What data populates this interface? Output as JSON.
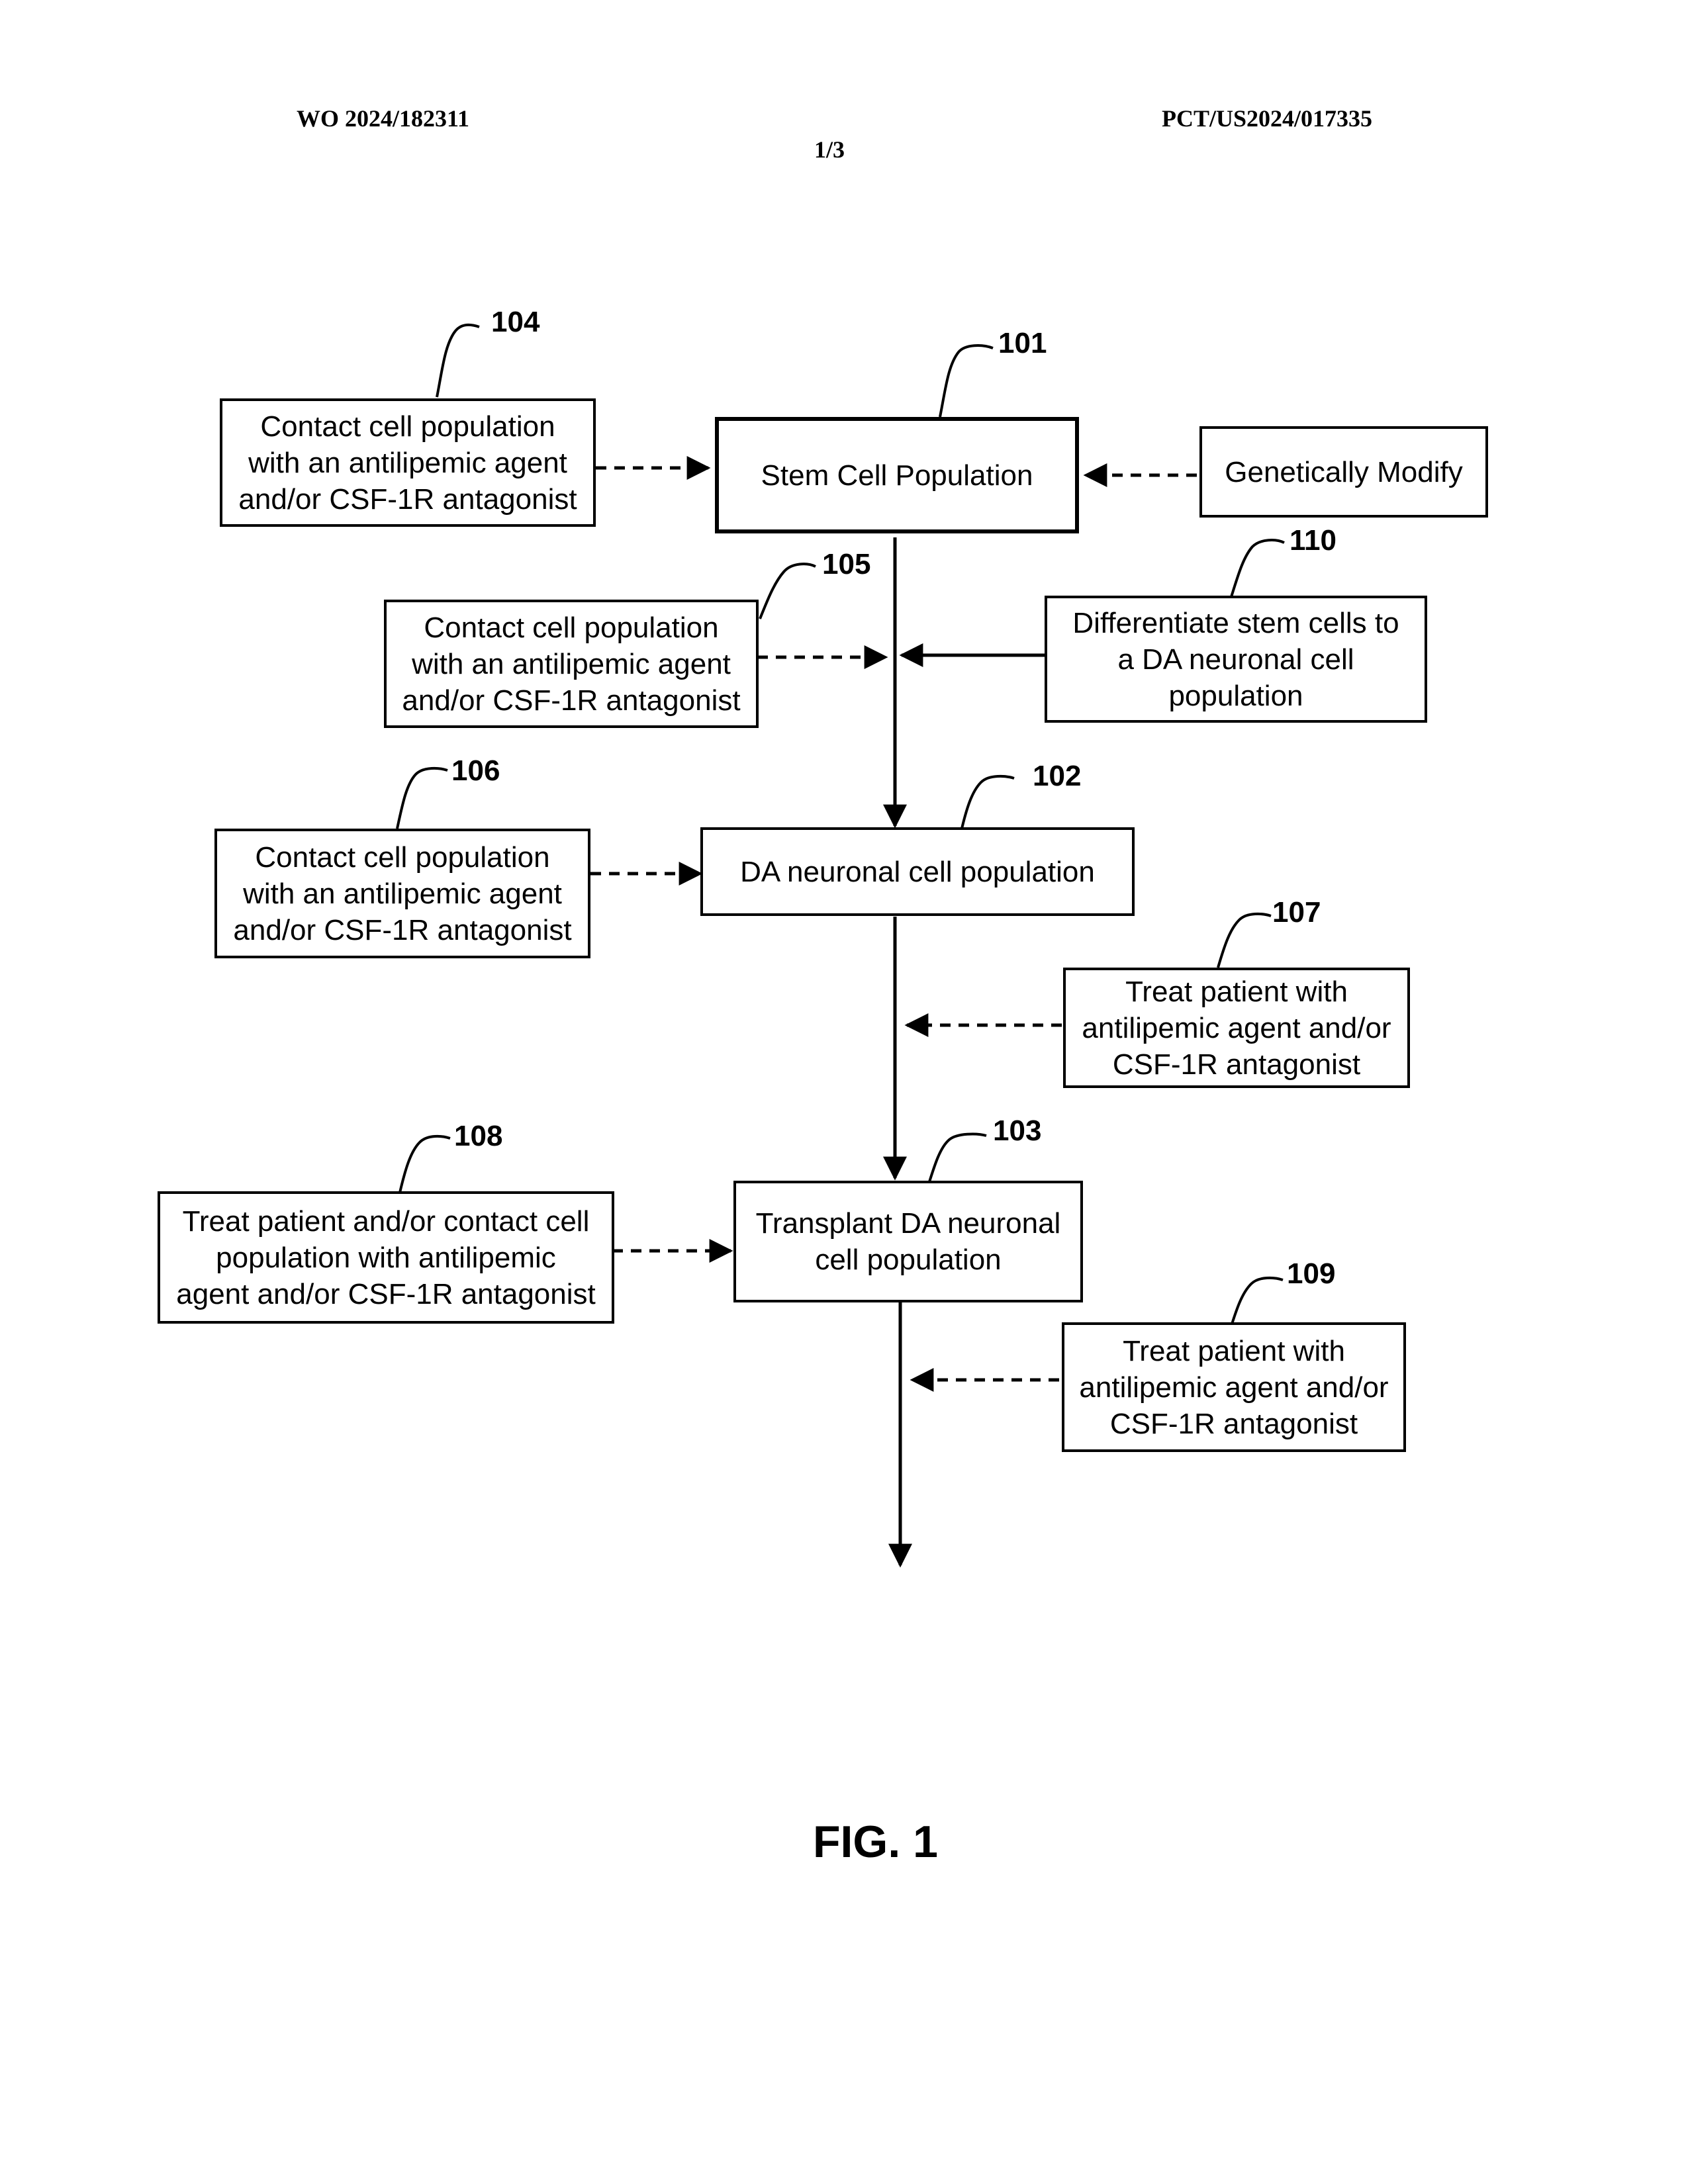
{
  "header": {
    "publication_number": "WO 2024/182311",
    "application_number": "PCT/US2024/017335",
    "sheet": "1/3"
  },
  "boxes": {
    "stem_cell_population": {
      "ref": "101",
      "lines": [
        "Stem Cell Population"
      ]
    },
    "da_neuronal_cell_population": {
      "ref": "102",
      "lines": [
        "DA neuronal cell population"
      ]
    },
    "transplant_da_neuronal": {
      "ref": "103",
      "lines": [
        "Transplant DA neuronal",
        "cell population"
      ]
    },
    "contact_104": {
      "ref": "104",
      "lines": [
        "Contact cell population",
        "with an antilipemic agent",
        "and/or CSF-1R antagonist"
      ]
    },
    "contact_105": {
      "ref": "105",
      "lines": [
        "Contact cell population",
        "with an antilipemic agent",
        "and/or CSF-1R antagonist"
      ]
    },
    "contact_106": {
      "ref": "106",
      "lines": [
        "Contact cell population",
        "with an antilipemic agent",
        "and/or CSF-1R antagonist"
      ]
    },
    "treat_107": {
      "ref": "107",
      "lines": [
        "Treat patient with",
        "antilipemic agent and/or",
        "CSF-1R antagonist"
      ]
    },
    "treat_108": {
      "ref": "108",
      "lines": [
        "Treat patient and/or contact cell",
        "population with antilipemic",
        "agent and/or CSF-1R antagonist"
      ]
    },
    "treat_109": {
      "ref": "109",
      "lines": [
        "Treat patient with",
        "antilipemic agent and/or",
        "CSF-1R antagonist"
      ]
    },
    "differentiate_110": {
      "ref": "110",
      "lines": [
        "Differentiate stem cells to",
        "a DA neuronal cell",
        "population"
      ]
    },
    "genetically_modify": {
      "lines": [
        "Genetically Modify"
      ]
    }
  },
  "figure_label": "FIG. 1"
}
